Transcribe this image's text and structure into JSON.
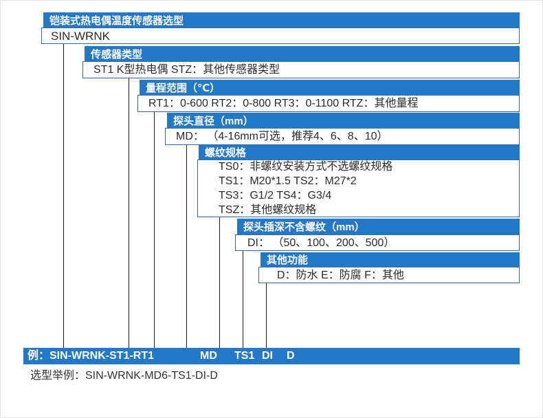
{
  "page": {
    "accent_blue": "#2478c8",
    "border_blue": "#35689f",
    "line_color": "#1c1c1c"
  },
  "title_bar": "铠装式热电偶温度传感器选型",
  "model_row": "SIN-WRNK",
  "sections": [
    {
      "header": "传感器类型",
      "rows": [
        "ST1 K型热电偶  STZ：其他传感器类型"
      ]
    },
    {
      "header": "量程范围（℃）",
      "rows": [
        "RT1：0-600 RT2：0-800  RT3：0-1100 RTZ：其他量程"
      ]
    },
    {
      "header": "探头直径（mm）",
      "rows": [
        "MD： （4-16mm可选，推荐4、6、8、10）"
      ]
    },
    {
      "header": "螺纹规格",
      "rows": [
        "TS0：非螺纹安装方式不选螺纹规格",
        "TS1：M20*1.5 TS2：M27*2",
        "TS3：G1/2 TS4：G3/4",
        "TSZ：其他螺纹规格"
      ]
    },
    {
      "header": "探头插深不含螺纹（mm）",
      "rows": [
        "DI： （50、100、200、500）"
      ]
    },
    {
      "header": "其他功能",
      "rows": [
        "D：防水 E：防腐 F：其他"
      ]
    }
  ],
  "example_bar": {
    "prefix": "例：SIN-WRNK-ST1-RT1",
    "tokens": [
      "MD",
      "TS1",
      "DI",
      "D"
    ]
  },
  "example_note": "选型举例：SIN-WRNK-MD6-TS1-DI-D"
}
